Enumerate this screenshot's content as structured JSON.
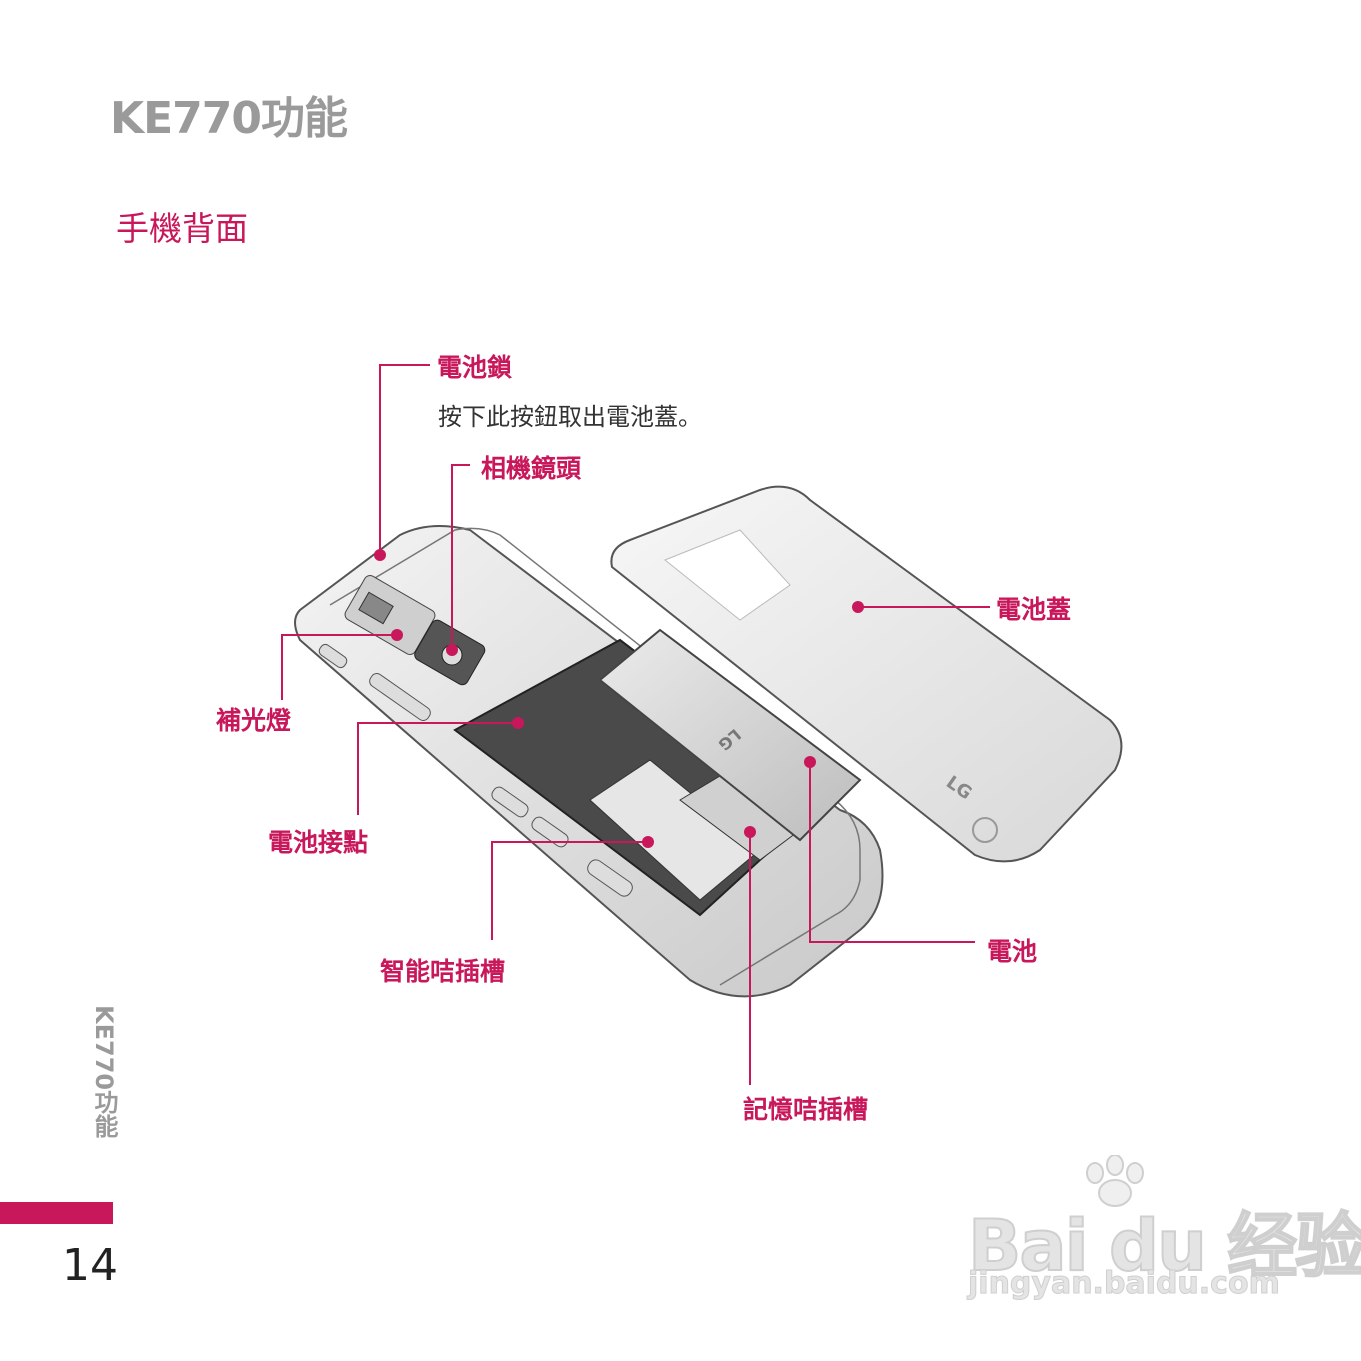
{
  "header": {
    "title": "KE770功能"
  },
  "section": {
    "title": "手機背面"
  },
  "callouts": {
    "battery_lock": "電池鎖",
    "battery_lock_desc": "按下此按鈕取出電池蓋。",
    "camera_lens": "相機鏡頭",
    "flash": "補光燈",
    "battery_contacts": "電池接點",
    "sim_slot": "智能咭插槽",
    "battery_cover": "電池蓋",
    "battery": "電池",
    "memory_slot": "記憶咭插槽"
  },
  "side_label": "KE770功能",
  "page_number": "14",
  "device_marks": {
    "brand": "LG"
  },
  "watermark": {
    "logo": "Bai du 经验",
    "url": "jingyan.baidu.com"
  },
  "colors": {
    "accent": "#c8175a",
    "gray_heading": "#9a9a9a"
  }
}
